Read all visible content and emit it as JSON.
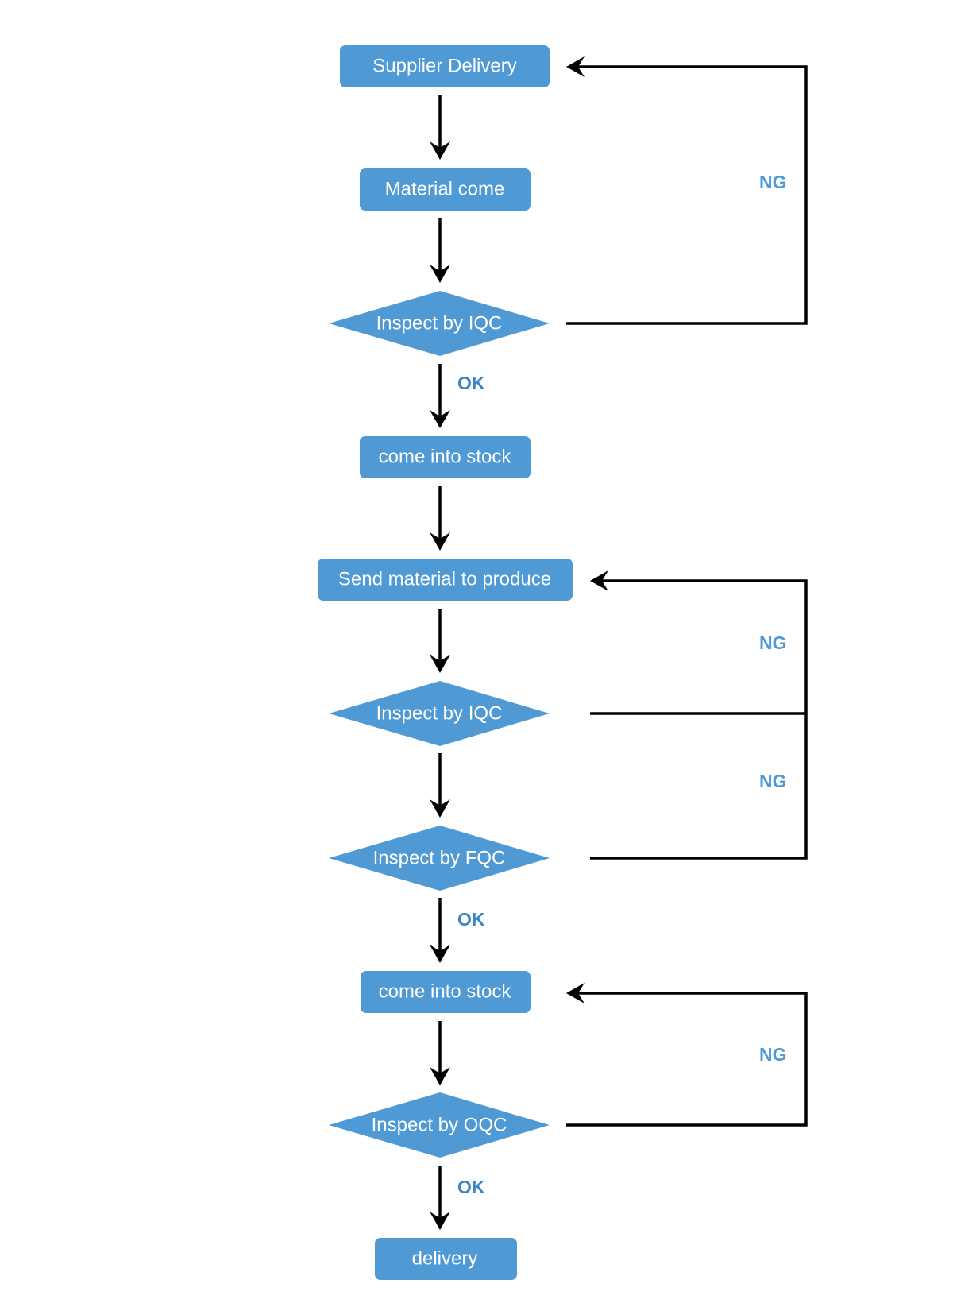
{
  "colors": {
    "node_fill": "#4f9ad5",
    "node_text": "#ffffff",
    "edge_line": "#000000",
    "ok_label": "#3a86c4",
    "ng_label": "#4f9ad5"
  },
  "nodes": {
    "supplier_delivery": "Supplier Delivery",
    "material_come": "Material come",
    "inspect_iqc_1": "Inspect by IQC",
    "come_into_stock_1": "come into stock",
    "send_material": "Send material to produce",
    "inspect_iqc_2": "Inspect by IQC",
    "inspect_fqc": "Inspect by FQC",
    "come_into_stock_2": "come into stock",
    "inspect_oqc": "Inspect by OQC",
    "delivery": "delivery"
  },
  "labels": {
    "ok_1": "OK",
    "ok_2": "OK",
    "ok_3": "OK",
    "ng_1": "NG",
    "ng_2": "NG",
    "ng_3": "NG",
    "ng_4": "NG"
  }
}
